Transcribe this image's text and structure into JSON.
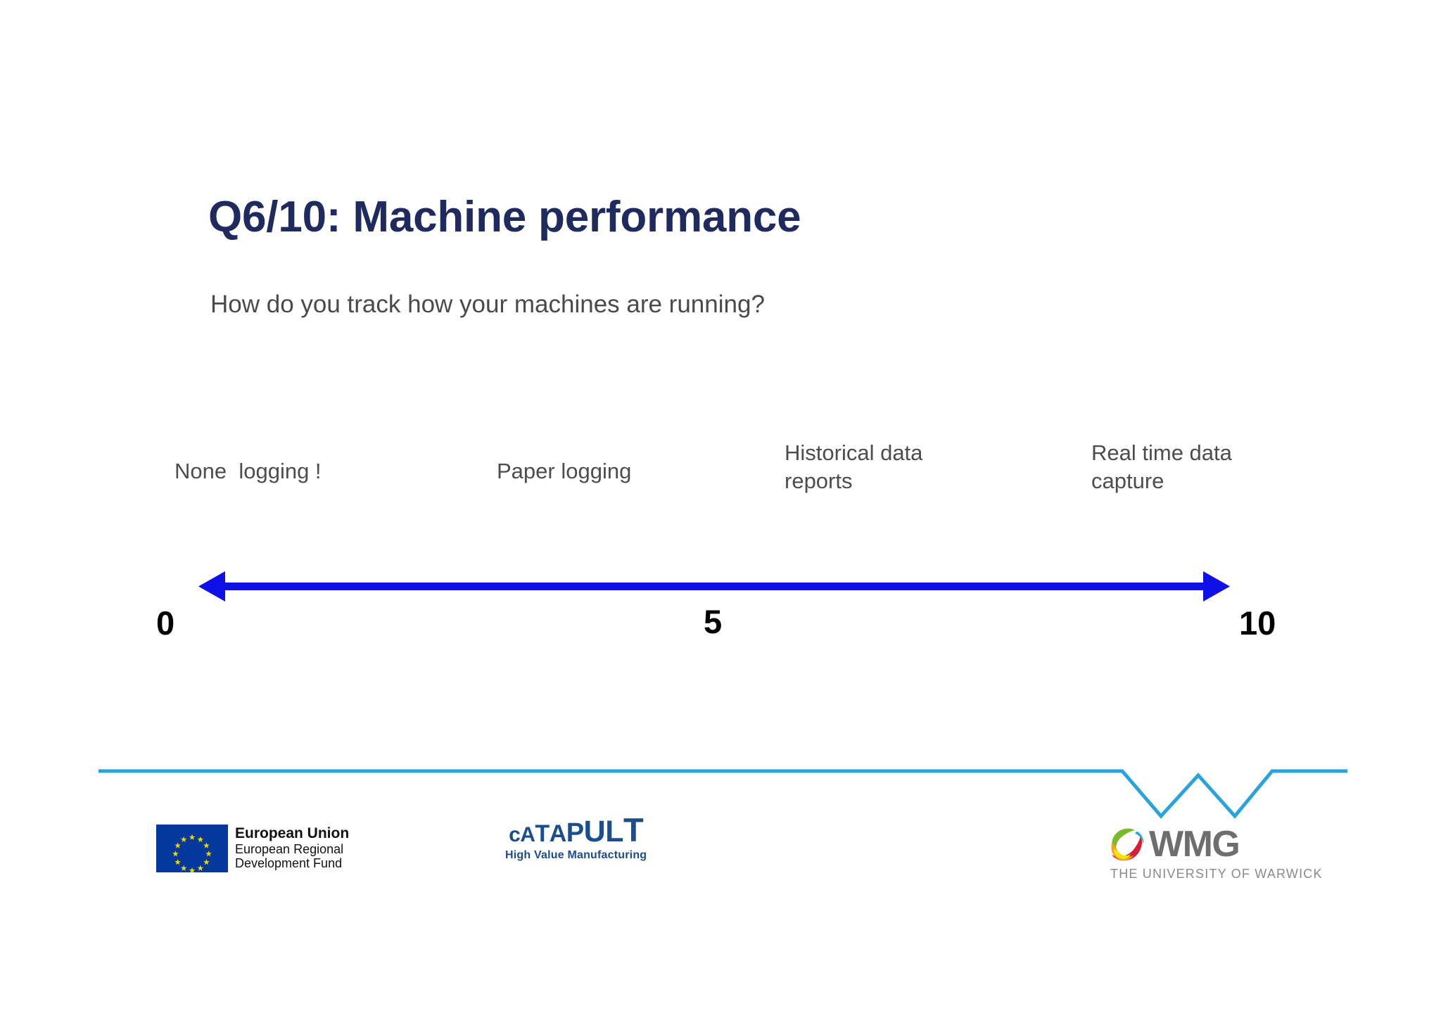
{
  "slide": {
    "title": "Q6/10: Machine performance",
    "subtitle": "How do you track how your machines are running?",
    "background_color": "#FFFFFF",
    "title_color": "#1F2A5E",
    "text_color": "#4D4D4D"
  },
  "scale": {
    "axis_color": "#0F10E8",
    "labels": [
      "None  logging !",
      "Paper logging",
      "Historical data reports",
      "Real time data capture"
    ],
    "ticks": [
      {
        "value": "0"
      },
      {
        "value": "5"
      },
      {
        "value": "10"
      }
    ],
    "range": [
      0,
      10
    ],
    "arrow_style": "double-headed"
  },
  "footer": {
    "rule_color": "#29A3DC",
    "logos": {
      "eu": {
        "name": "european-union-erdf-logo",
        "title": "European Union",
        "line2": "European Regional",
        "line3": "Development Fund",
        "flag_color": "#03399C",
        "star_color": "#F5D800",
        "star_count": 12
      },
      "catapult": {
        "name": "catapult-hvm-logo",
        "word_parts": [
          "c",
          "A",
          "T",
          "A",
          "P",
          "U",
          "L",
          "T"
        ],
        "wordmark": "cATAPULT",
        "tagline": "High Value Manufacturing",
        "color": "#1B4E8E"
      },
      "wmg": {
        "name": "wmg-university-of-warwick-logo",
        "wordmark": "WMG",
        "subtitle": "THE UNIVERSITY OF WARWICK",
        "word_color": "#6E6E6E",
        "subtitle_color": "#8A8A8A",
        "swirl_colors": [
          "#7AB929",
          "#D61F35",
          "#F6A01B",
          "#F2E500",
          "#2BA9E0"
        ]
      }
    }
  }
}
